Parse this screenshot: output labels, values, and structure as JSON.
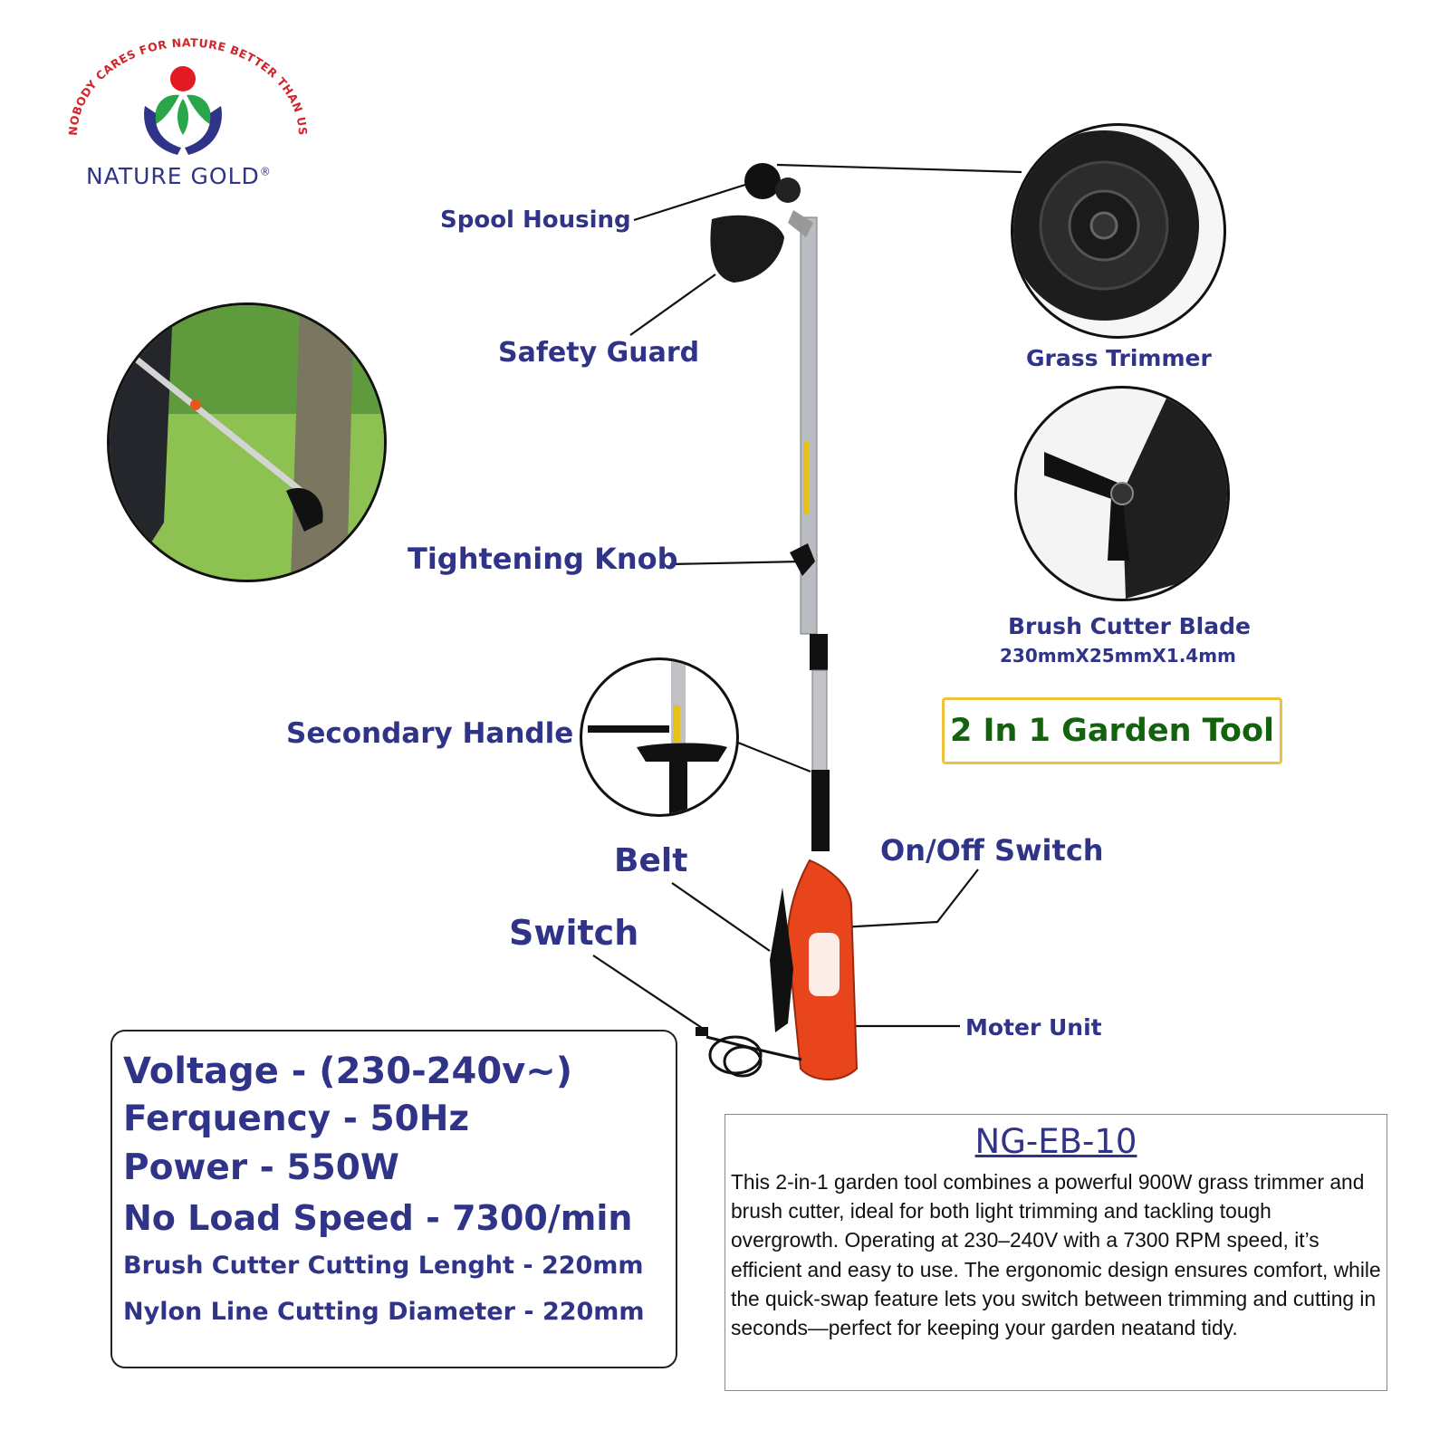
{
  "brand": {
    "tagline": "\"NOBODY CARES FOR NATURE BETTER THAN US\"",
    "name": "NATURE GOLD",
    "registered_mark": "®"
  },
  "callouts": {
    "spool_housing": "Spool Housing",
    "safety_guard": "Safety Guard",
    "tightening_knob": "Tightening Knob",
    "secondary_handle": "Secondary Handle",
    "belt": "Belt",
    "switch": "Switch",
    "on_off_switch": "On/Off Switch",
    "moter_unit": "Moter Unit",
    "grass_trimmer": "Grass Trimmer",
    "brush_cutter_blade": "Brush Cutter Blade",
    "blade_size": "230mmX25mmX1.4mm"
  },
  "badge": "2 In 1 Garden Tool",
  "specs": [
    "Voltage - (230-240v~)",
    "Ferquency - 50Hz",
    "Power - 550W",
    "No Load Speed - 7300/min",
    "Brush Cutter Cutting Lenght - 220mm",
    "Nylon Line Cutting Diameter  - 220mm"
  ],
  "product": {
    "model": "NG-EB-10",
    "description": "This 2-in-1 garden tool combines a powerful 900W grass trimmer and brush cutter, ideal for both light trimming and tackling tough overgrowth. Operating at 230–240V with a 7300 RPM speed, it’s efficient and easy to use. The ergonomic design ensures comfort, while the quick-swap feature lets you switch between trimming and cutting in seconds—perfect for keeping your garden neatand tidy."
  },
  "colors": {
    "label_blue": "#2f3489",
    "badge_green": "#13620e",
    "badge_border": "#f0c33c",
    "motor_orange": "#e8451c",
    "logo_red": "#e21b23"
  }
}
